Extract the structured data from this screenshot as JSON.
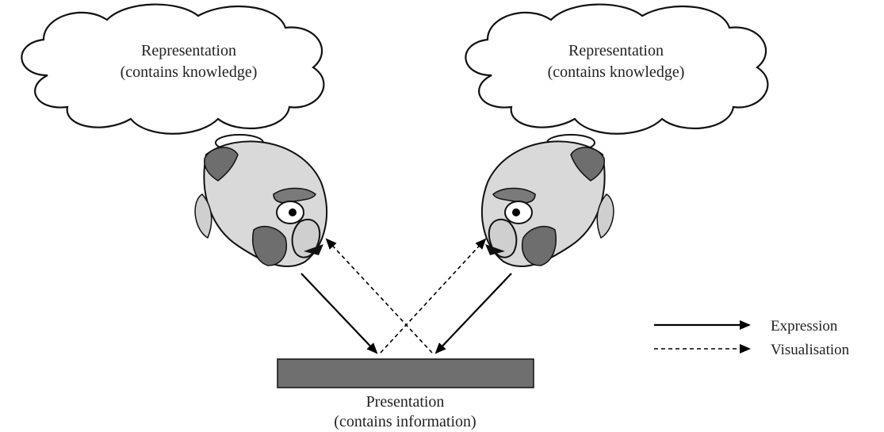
{
  "clouds": {
    "left": {
      "line1": "Representation",
      "line2": "(contains knowledge)"
    },
    "right": {
      "line1": "Representation",
      "line2": "(contains knowledge)"
    }
  },
  "presentation": {
    "line1": "Presentation",
    "line2": "(contains information)"
  },
  "legend": {
    "expression": "Expression",
    "visualisation": "Visualisation"
  },
  "icons": [
    "thinking-head-left-icon",
    "thinking-head-right-icon",
    "thought-cloud-icon"
  ],
  "colors": {
    "presentation_bar": "#6f6f6f",
    "head_skin": "#d9d9d9",
    "hair": "#6e6e6e"
  }
}
